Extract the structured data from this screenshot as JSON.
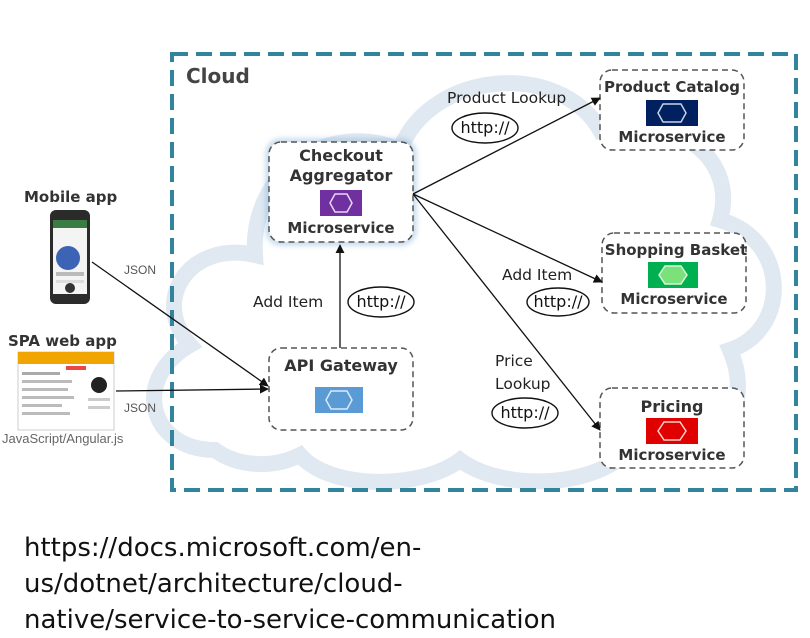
{
  "cloud": {
    "label": "Cloud"
  },
  "clients": {
    "mobile": {
      "label": "Mobile app"
    },
    "spa": {
      "label": "SPA web app",
      "tech": "JavaScript/Angular.js"
    },
    "json_label_1": "JSON",
    "json_label_2": "JSON"
  },
  "services": {
    "checkout": {
      "title_line1": "Checkout",
      "title_line2": "Aggregator",
      "sub": "Microservice",
      "color": "#7030a0"
    },
    "gateway": {
      "title": "API Gateway",
      "color": "#5b9bd5"
    },
    "catalog": {
      "title": "Product Catalog",
      "sub": "Microservice",
      "color": "#002060"
    },
    "basket": {
      "title": "Shopping Basket",
      "sub": "Microservice",
      "color": "#00b050"
    },
    "pricing": {
      "title": "Pricing",
      "sub": "Microservice",
      "color": "#e00000"
    }
  },
  "edges": {
    "add_item_left": "Add Item",
    "product_lookup": "Product Lookup",
    "add_item_right": "Add Item",
    "price_line1": "Price",
    "price_line2": "Lookup",
    "http": "http://"
  },
  "footer": {
    "url_line1": "https://docs.microsoft.com/en-us/dotnet/architecture/cloud-",
    "url_line2": "native/service-to-service-communication"
  }
}
